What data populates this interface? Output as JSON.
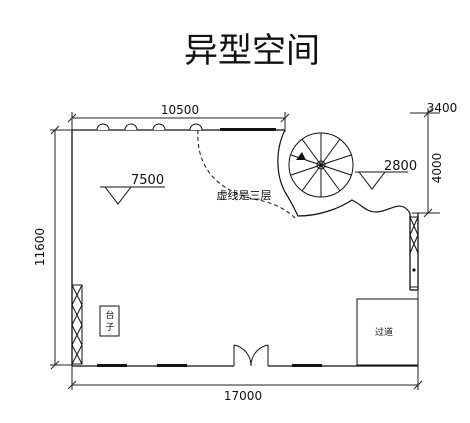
{
  "title": "异型空间",
  "dimensions": {
    "top_width": "10500",
    "right_offset": "3400",
    "right_height": "4000",
    "left_height": "11600",
    "bottom_width": "17000"
  },
  "levels": {
    "main": "7500",
    "stair": "2800"
  },
  "labels": {
    "dashed_note": "虚线是三层",
    "counter": "台子",
    "passage": "过道"
  }
}
